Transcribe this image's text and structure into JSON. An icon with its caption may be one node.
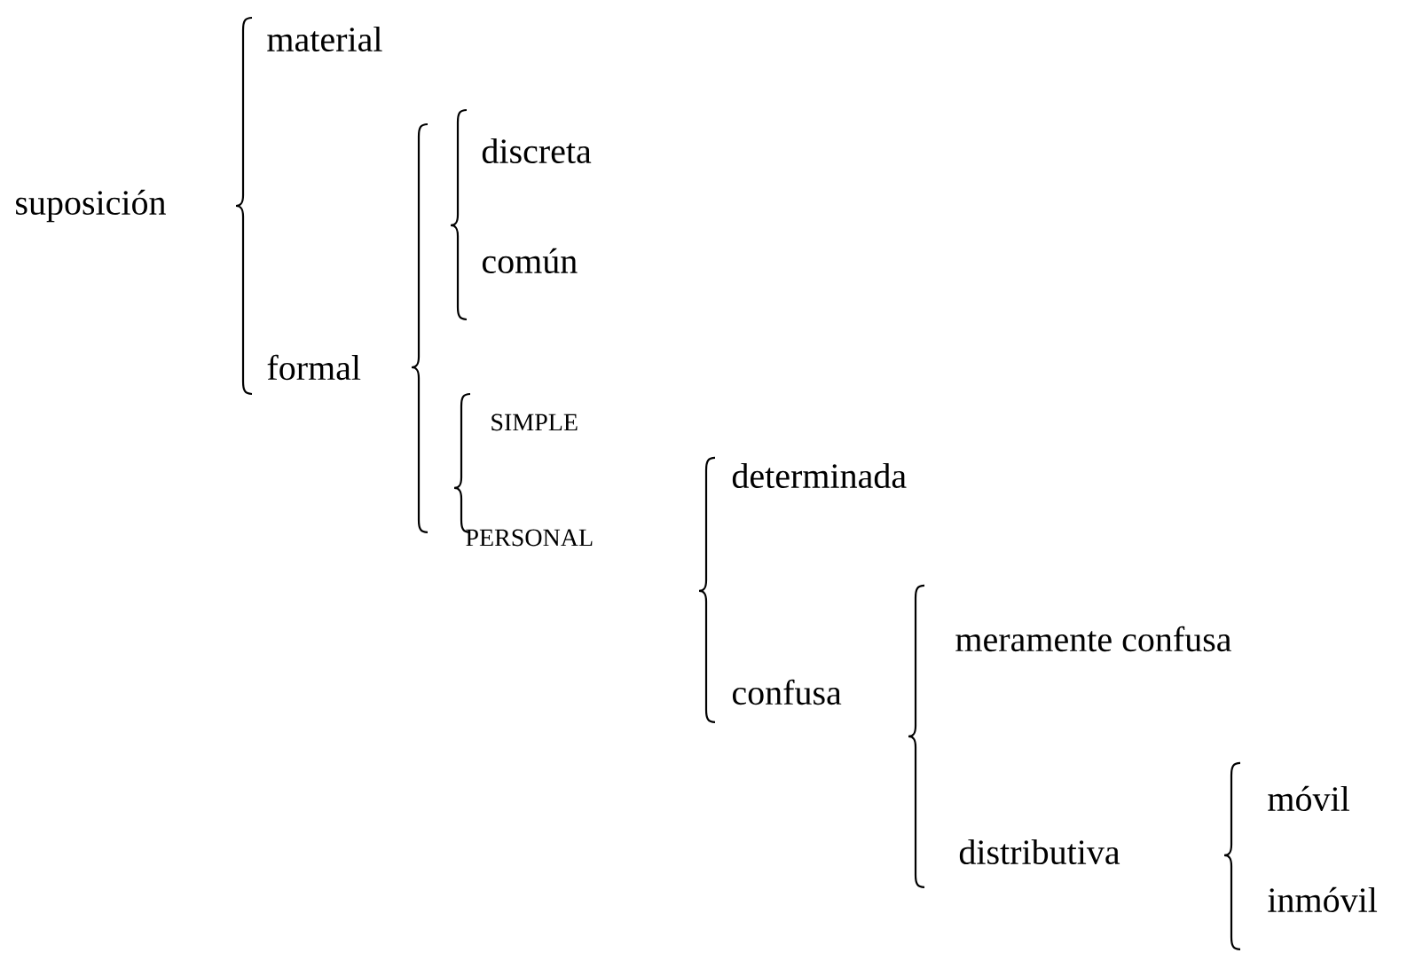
{
  "diagram": {
    "labels": [
      "material",
      "discreta",
      "suposición",
      "común",
      "formal",
      "SIMPLE",
      "determinada",
      "PERSONAL",
      "meramente confusa",
      "confusa",
      "móvil",
      "distributiva",
      "inmóvil"
    ]
  }
}
